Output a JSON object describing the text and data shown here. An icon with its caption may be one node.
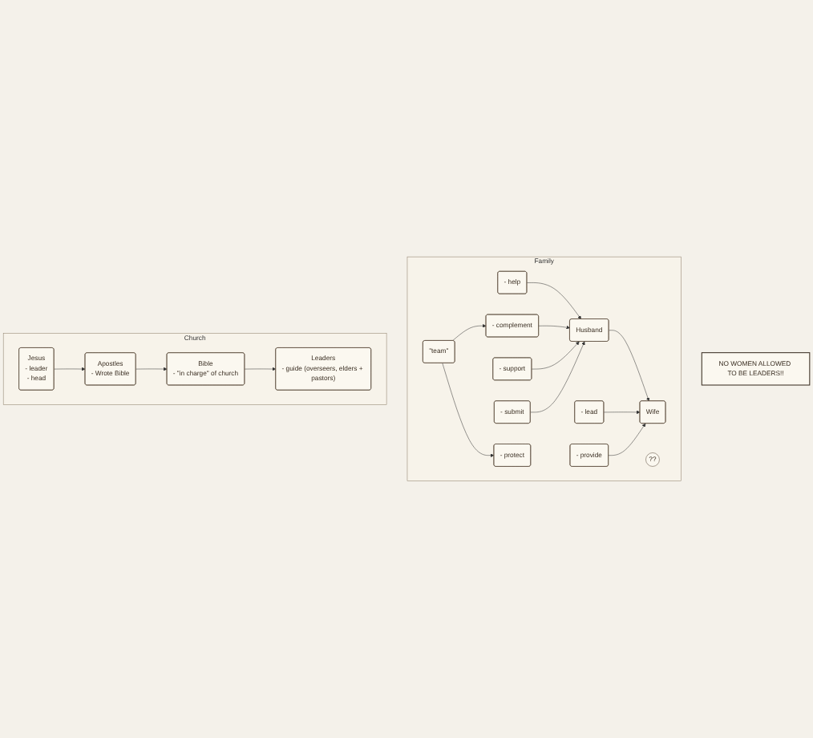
{
  "diagram": {
    "nodes": [
      {
        "text": [
          "Family"
        ]
      },
      {
        "text": [
          "Husband"
        ],
        "in": 0
      },
      {
        "text": [
          "- lead"
        ],
        "in": 0
      },
      {
        "text": [
          "- protect"
        ],
        "in": 0
      },
      {
        "text": [
          "- provide"
        ],
        "in": 0
      },
      {
        "text": [
          "Wife"
        ],
        "in": 0
      },
      {
        "text": [
          "- help"
        ],
        "in": 0
      },
      {
        "text": [
          "- complement"
        ],
        "in": 0
      },
      {
        "text": [
          "- support"
        ],
        "in": 0
      },
      {
        "text": [
          "- submit"
        ],
        "in": 0
      },
      {
        "text": [
          "\"team\""
        ],
        "in": 0
      },
      {
        "text": [
          "??"
        ],
        "in": 0
      },
      {
        "text": [
          "Church"
        ]
      },
      {
        "text": [
          "Jesus",
          "- leader",
          "- head"
        ],
        "in": 12
      },
      {
        "text": [
          "Apostles",
          "- Wrote Bible"
        ],
        "in": 12
      },
      {
        "text": [
          "Bible",
          "- \"in charge\" of church"
        ],
        "in": 12
      },
      {
        "text": [
          "Leaders",
          "- guide (overseers, elders + pastors)"
        ],
        "in": 12
      },
      {
        "text": [
          "NO WOMEN ALLOWED TO BE LEADERS!!"
        ]
      }
    ],
    "edges": [
      {
        "from": 1,
        "to": 5,
        "arrow": "to"
      },
      {
        "from": 2,
        "to": 5,
        "arrow": "to"
      },
      {
        "from": 4,
        "to": 5,
        "arrow": "to"
      },
      {
        "from": 6,
        "to": 1,
        "arrow": "to"
      },
      {
        "from": 7,
        "to": 1,
        "arrow": "to"
      },
      {
        "from": 8,
        "to": 1,
        "arrow": "to"
      },
      {
        "from": 9,
        "to": 1,
        "arrow": "to"
      },
      {
        "from": 10,
        "to": 3,
        "arrow": "to"
      },
      {
        "from": 10,
        "to": 7,
        "arrow": "to"
      },
      {
        "from": 13,
        "to": 14,
        "arrow": "to"
      },
      {
        "from": 14,
        "to": 15,
        "arrow": "to"
      },
      {
        "from": 15,
        "to": 16,
        "arrow": "to"
      }
    ]
  }
}
